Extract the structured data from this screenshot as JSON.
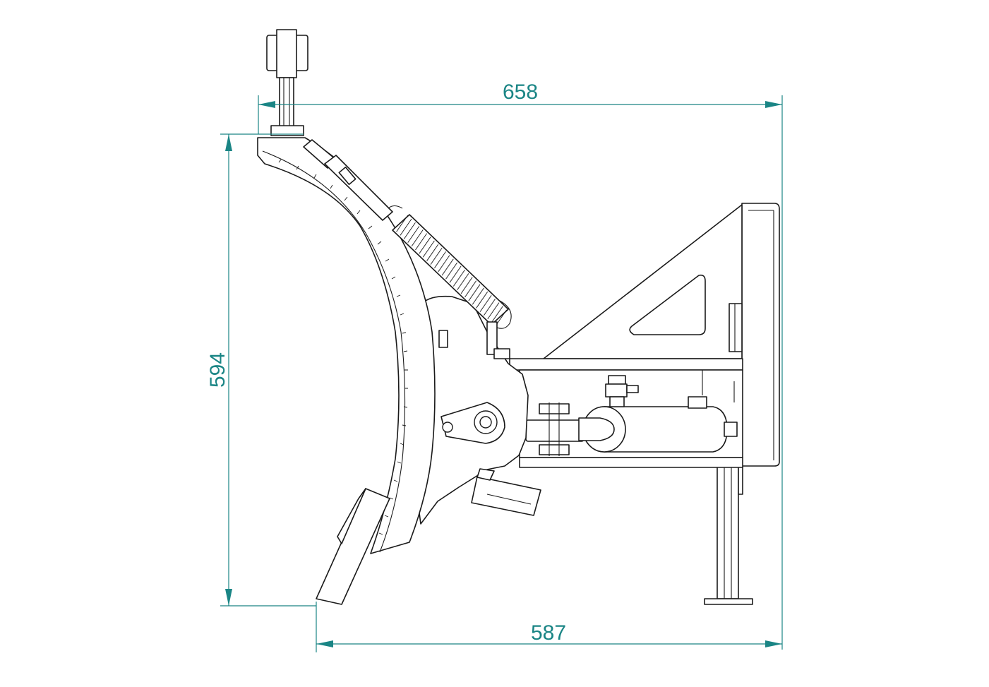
{
  "colors": {
    "dimension": "#1a8585",
    "outline": "#1a1a1a",
    "background": "#ffffff"
  },
  "dimensions": {
    "top_width": "658",
    "height": "594",
    "bottom_width": "587"
  }
}
